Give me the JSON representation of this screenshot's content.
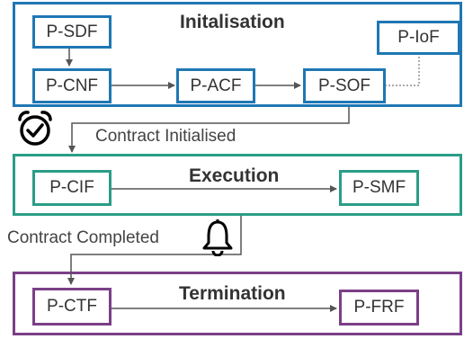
{
  "phases": {
    "initialisation": {
      "title": "Initalisation",
      "color": "#1f77b4"
    },
    "execution": {
      "title": "Execution",
      "color": "#2a9d87"
    },
    "termination": {
      "title": "Termination",
      "color": "#7b3f87"
    }
  },
  "nodes": {
    "p_sdf": "P-SDF",
    "p_cnf": "P-CNF",
    "p_acf": "P-ACF",
    "p_sof": "P-SOF",
    "p_iof": "P-IoF",
    "p_cif": "P-CIF",
    "p_smf": "P-SMF",
    "p_ctf": "P-CTF",
    "p_frf": "P-FRF"
  },
  "transitions": {
    "initialised": {
      "label": "Contract Initialised",
      "icon": "alarm-clock-icon"
    },
    "completed": {
      "label": "Contract Completed",
      "icon": "bell-icon"
    }
  }
}
